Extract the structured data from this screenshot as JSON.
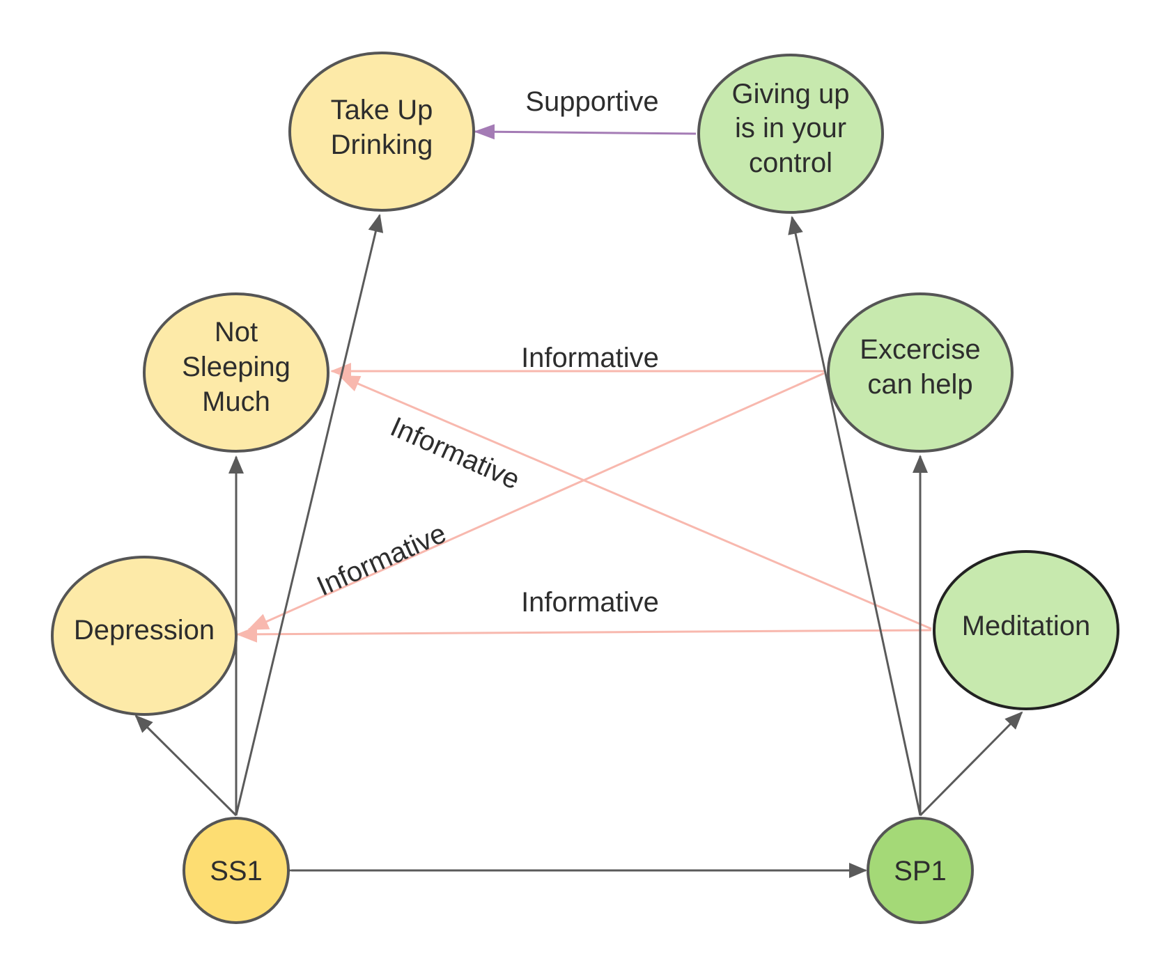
{
  "nodes": {
    "take_up_drinking": {
      "lines": [
        "Take Up",
        "Drinking"
      ],
      "fill": "#fdeaa8",
      "stroke": "#555555"
    },
    "giving_up": {
      "lines": [
        "Giving up",
        "is in your",
        "control"
      ],
      "fill": "#c7e9ae",
      "stroke": "#555555"
    },
    "not_sleeping": {
      "lines": [
        "Not",
        "Sleeping",
        "Much"
      ],
      "fill": "#fdeaa8",
      "stroke": "#555555"
    },
    "exercise": {
      "lines": [
        "Excercise",
        "can help"
      ],
      "fill": "#c7e9ae",
      "stroke": "#555555"
    },
    "depression": {
      "lines": [
        "Depression"
      ],
      "fill": "#fdeaa8",
      "stroke": "#555555"
    },
    "meditation": {
      "lines": [
        "Meditation"
      ],
      "fill": "#c7e9ae",
      "stroke": "#222222"
    },
    "ss1": {
      "lines": [
        "SS1"
      ],
      "fill": "#fddd72",
      "stroke": "#555555"
    },
    "sp1": {
      "lines": [
        "SP1"
      ],
      "fill": "#a4d977",
      "stroke": "#555555"
    }
  },
  "edge_labels": {
    "supportive": "Supportive",
    "informative_top": "Informative",
    "informative_diag_down": "Informative",
    "informative_diag_up": "Informative",
    "informative_bottom": "Informative"
  },
  "colors": {
    "gray_edge": "#5a5a5a",
    "pink_edge": "#f8b8ae",
    "purple_edge": "#a47bb5"
  }
}
